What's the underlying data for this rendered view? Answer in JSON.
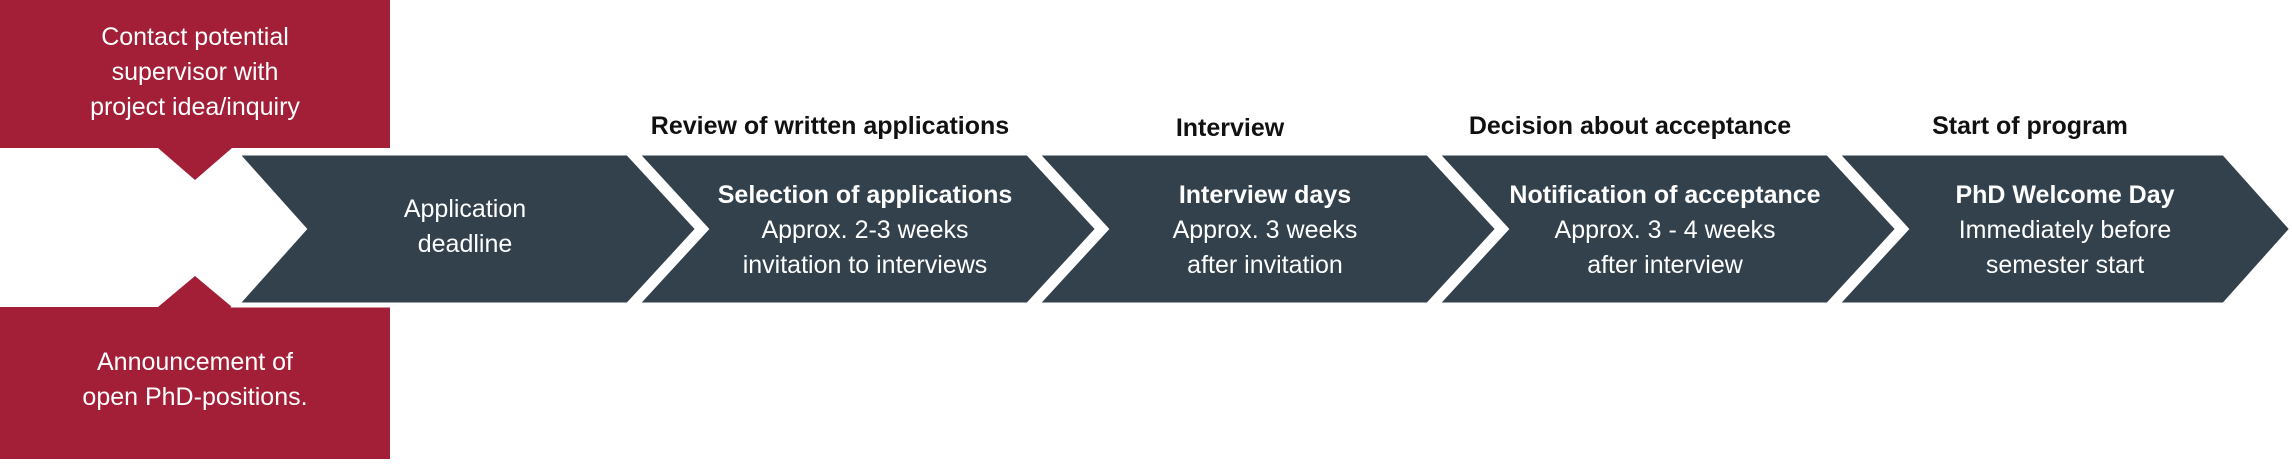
{
  "callouts": {
    "top": "Contact potential\nsupervisor with\nproject idea/inquiry",
    "bottom": "Announcement of\nopen PhD-positions."
  },
  "headings": [
    "Review of written applications",
    "Interview",
    "Decision about acceptance",
    "Start of program"
  ],
  "steps": [
    {
      "title": "",
      "lines": [
        "Application",
        "deadline"
      ]
    },
    {
      "title": "Selection of applications",
      "lines": [
        "Approx. 2-3 weeks",
        "invitation to interviews"
      ]
    },
    {
      "title": "Interview days",
      "lines": [
        "Approx. 3 weeks",
        "after invitation"
      ]
    },
    {
      "title": "Notification of acceptance",
      "lines": [
        "Approx. 3 - 4 weeks",
        "after interview"
      ]
    },
    {
      "title": "PhD Welcome Day",
      "lines": [
        "Immediately before",
        "semester start"
      ]
    }
  ],
  "colors": {
    "callout": "#a31e37",
    "arrow": "#33414c",
    "separator": "#ffffff",
    "heading_text": "#111111",
    "arrow_text": "#ffffff"
  }
}
